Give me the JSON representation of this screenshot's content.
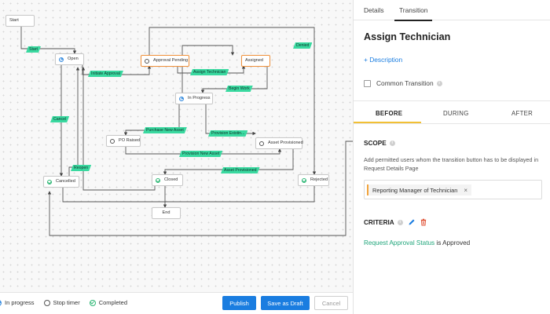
{
  "canvas": {
    "nodes": [
      {
        "id": "start",
        "label": "Start",
        "icon": ""
      },
      {
        "id": "open",
        "label": "Open",
        "icon": "in-progress-icon"
      },
      {
        "id": "approval-pending",
        "label": "Approval Pending",
        "icon": "stop-timer-icon"
      },
      {
        "id": "assigned",
        "label": "Assigned",
        "icon": ""
      },
      {
        "id": "in-progress",
        "label": "In Progress",
        "icon": "in-progress-icon"
      },
      {
        "id": "po-raised",
        "label": "PO Raised",
        "icon": "stop-timer-icon"
      },
      {
        "id": "asset-provisioned",
        "label": "Asset Provisioned",
        "icon": "stop-timer-icon"
      },
      {
        "id": "cancelled",
        "label": "Cancelled",
        "icon": "completed-icon"
      },
      {
        "id": "closed",
        "label": "Closed",
        "icon": "completed-icon"
      },
      {
        "id": "rejected",
        "label": "Rejected",
        "icon": "completed-icon"
      },
      {
        "id": "end",
        "label": "End",
        "icon": ""
      }
    ],
    "transitions": [
      {
        "id": "start",
        "label": "Start"
      },
      {
        "id": "initiate-approval",
        "label": "Initiate Approval"
      },
      {
        "id": "assign-technician",
        "label": "Assign Technician"
      },
      {
        "id": "denied",
        "label": "Denied"
      },
      {
        "id": "begin-work",
        "label": "Begin Work"
      },
      {
        "id": "cancel",
        "label": "Cancel"
      },
      {
        "id": "purchase-new-asset",
        "label": "Purchase New Asset"
      },
      {
        "id": "provision-existing",
        "label": "Provision Existin..."
      },
      {
        "id": "provision-new-asset",
        "label": "Provision New Asset"
      },
      {
        "id": "asset-provisioned",
        "label": "Asset Provisioned"
      },
      {
        "id": "reopen",
        "label": "Reopen"
      }
    ]
  },
  "footer": {
    "legend": [
      {
        "label": "In progress",
        "icon": "in-progress-icon"
      },
      {
        "label": "Stop timer",
        "icon": "stop-timer-icon"
      },
      {
        "label": "Completed",
        "icon": "completed-icon"
      }
    ],
    "publish_label": "Publish",
    "save_draft_label": "Save as Draft",
    "cancel_label": "Cancel"
  },
  "panel": {
    "tabs": [
      {
        "label": "Details"
      },
      {
        "label": "Transition"
      }
    ],
    "active_tab": "Transition",
    "title": "Assign Technician",
    "description_link": "+ Description",
    "common_transition_label": "Common Transition",
    "stage_tabs": [
      {
        "label": "BEFORE"
      },
      {
        "label": "DURING"
      },
      {
        "label": "AFTER"
      }
    ],
    "scope": {
      "heading": "SCOPE",
      "help_text": "Add permitted users whom the transition button has to be displayed in Request Details Page",
      "chip_label": "Reporting Manager of Technician",
      "chip_remove": "×"
    },
    "criteria": {
      "heading": "CRITERIA",
      "field": "Request Approval Status",
      "rest": " is Approved"
    }
  },
  "colors": {
    "transition_label": "#3ad9a0",
    "primary": "#1a7de0",
    "selected_node_border": "#f0913c",
    "criteria_field": "#1fa57a",
    "before_underline": "#f2c035"
  }
}
